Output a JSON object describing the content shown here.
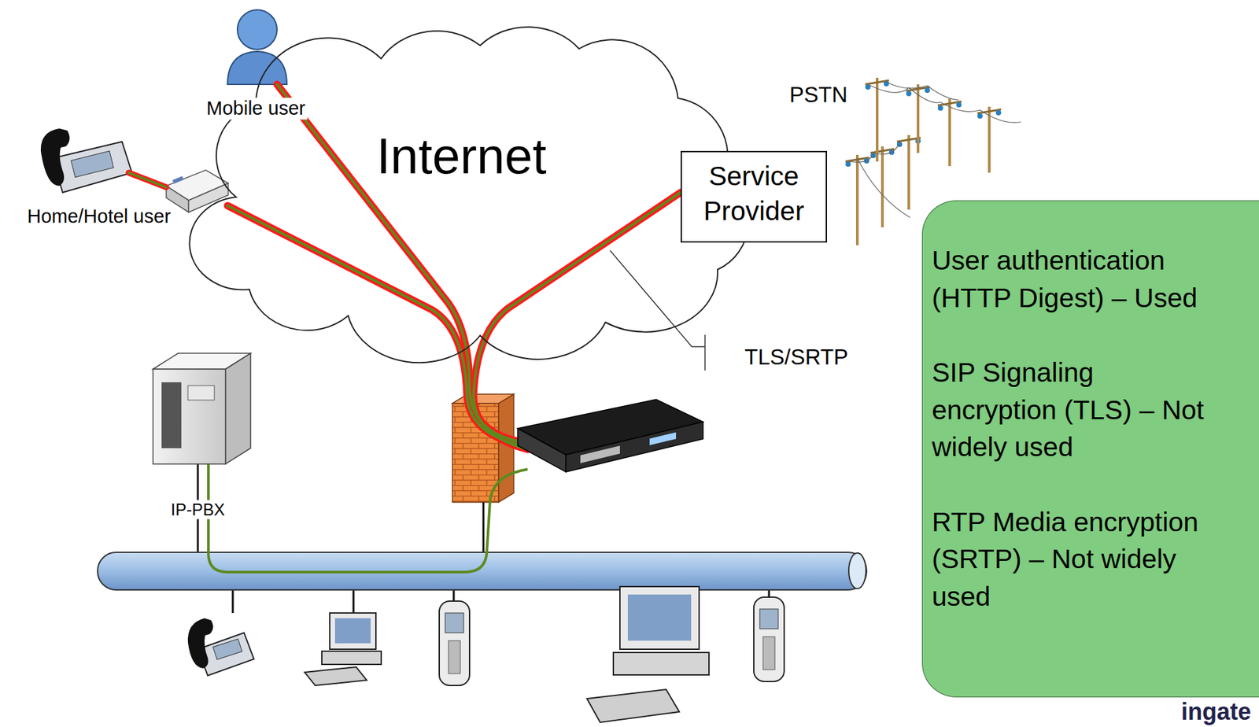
{
  "diagram": {
    "nodes": [
      {
        "text": [
          "Internet"
        ]
      },
      {
        "text": [
          "Service Provider"
        ]
      },
      {
        "text": [
          "User authentication (HTTP Digest) – Used",
          "SIP Signaling encryption (TLS) – Not widely used",
          "RTP Media encryption (SRTP) – Not widely used"
        ]
      }
    ],
    "labels": [
      "Mobile user",
      "Home/Hotel user",
      "PSTN",
      "TLS/SRTP",
      "IP-PBX",
      "ingate"
    ]
  }
}
